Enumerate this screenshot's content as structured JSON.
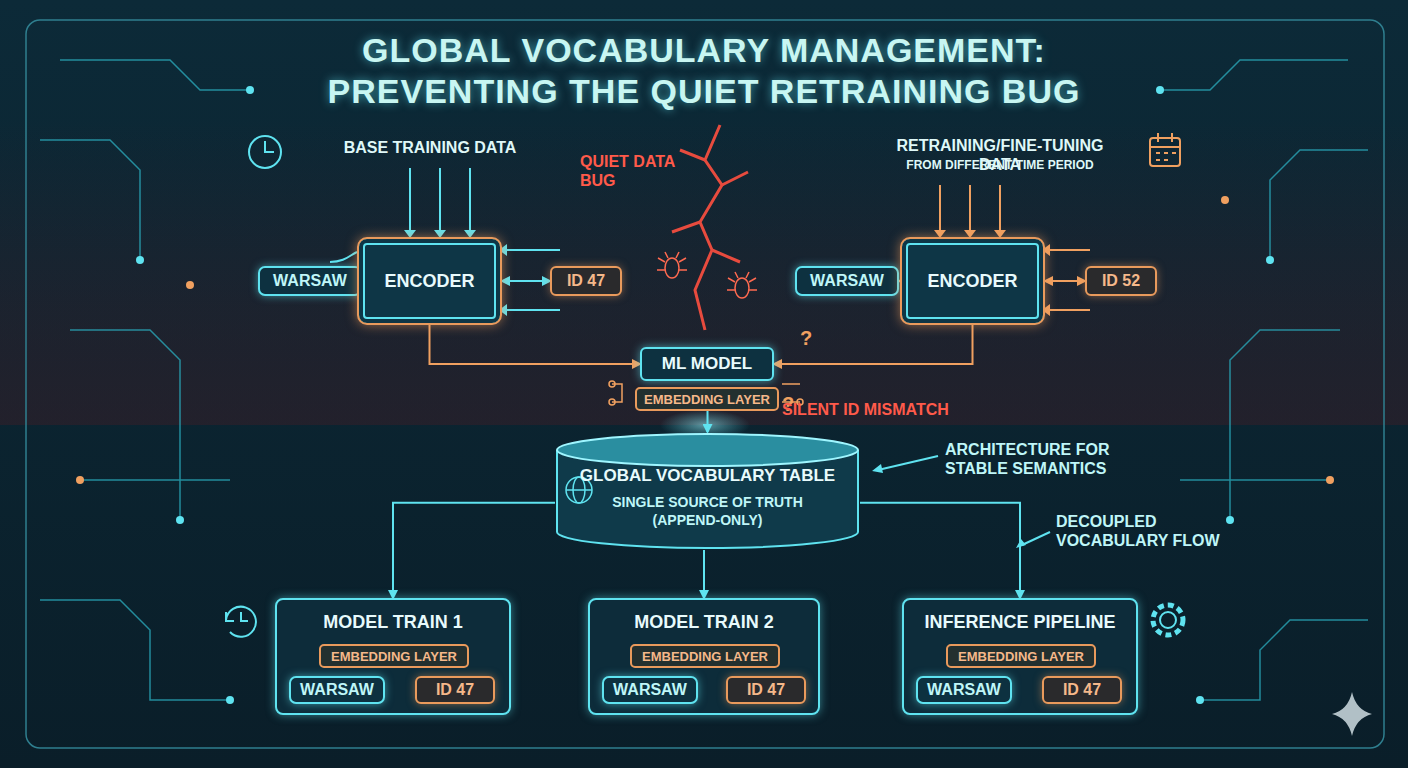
{
  "diagram": {
    "title": "GLOBAL VOCABULARY MANAGEMENT: PREVENTING THE QUIET RETRAINING BUG",
    "nodes": [
      {
        "text": [
          "WARSAW"
        ]
      },
      {
        "text": [
          "ENCODER"
        ]
      },
      {
        "text": [
          "ID 47"
        ]
      },
      {
        "text": [
          "WARSAW"
        ]
      },
      {
        "text": [
          "ENCODER"
        ]
      },
      {
        "text": [
          "ID 52"
        ]
      },
      {
        "text": [
          "ML MODEL"
        ]
      },
      {
        "text": [
          "EMBEDDING LAYER"
        ]
      },
      {
        "text": [
          "GLOBAL VOCABULARY TABLE",
          "SINGLE SOURCE OF TRUTH (APPEND-ONLY)"
        ]
      },
      {
        "text": [
          "MODEL TRAIN 1"
        ]
      },
      {
        "text": [
          "EMBEDDING LAYER"
        ],
        "in": 9
      },
      {
        "text": [
          "WARSAW"
        ],
        "in": 9
      },
      {
        "text": [
          "ID 47"
        ],
        "in": 9
      },
      {
        "text": [
          "MODEL TRAIN 2"
        ]
      },
      {
        "text": [
          "EMBEDDING LAYER"
        ],
        "in": 13
      },
      {
        "text": [
          "WARSAW"
        ],
        "in": 13
      },
      {
        "text": [
          "ID 47"
        ],
        "in": 13
      },
      {
        "text": [
          "INFERENCE PIPELINE"
        ]
      },
      {
        "text": [
          "EMBEDDING LAYER"
        ],
        "in": 17
      },
      {
        "text": [
          "WARSAW"
        ],
        "in": 17
      },
      {
        "text": [
          "ID 47"
        ],
        "in": 17
      }
    ],
    "edges": [
      {
        "from": 0,
        "to": 1,
        "arrow": "to"
      },
      {
        "from": 1,
        "to": 2,
        "arrow": "both"
      },
      {
        "from": 3,
        "to": 4,
        "arrow": "to"
      },
      {
        "from": 4,
        "to": 5,
        "arrow": "both"
      },
      {
        "from": 1,
        "to": 6,
        "arrow": "to"
      },
      {
        "from": 4,
        "to": 6,
        "arrow": "to"
      },
      {
        "from": 7,
        "to": 8,
        "arrow": "to"
      },
      {
        "from": 8,
        "to": 9,
        "arrow": "to"
      },
      {
        "from": 8,
        "to": 13,
        "arrow": "to"
      },
      {
        "from": 8,
        "to": 17,
        "arrow": "to"
      },
      {
        "from": 11,
        "to": 12,
        "arrow": "to"
      },
      {
        "from": 15,
        "to": 16,
        "arrow": "to"
      },
      {
        "from": 19,
        "to": 20,
        "arrow": "to"
      }
    ],
    "labels": [
      "BASE TRAINING DATA",
      "RETRAINING/FINE-TUNING DATA",
      "FROM DIFFERENT TIME PERIOD",
      "QUIET DATA BUG",
      "?",
      "?",
      "SILENT ID MISMATCH",
      "ARCHITECTURE FOR STABLE SEMANTICS",
      "DECOUPLED VOCABULARY FLOW"
    ]
  }
}
